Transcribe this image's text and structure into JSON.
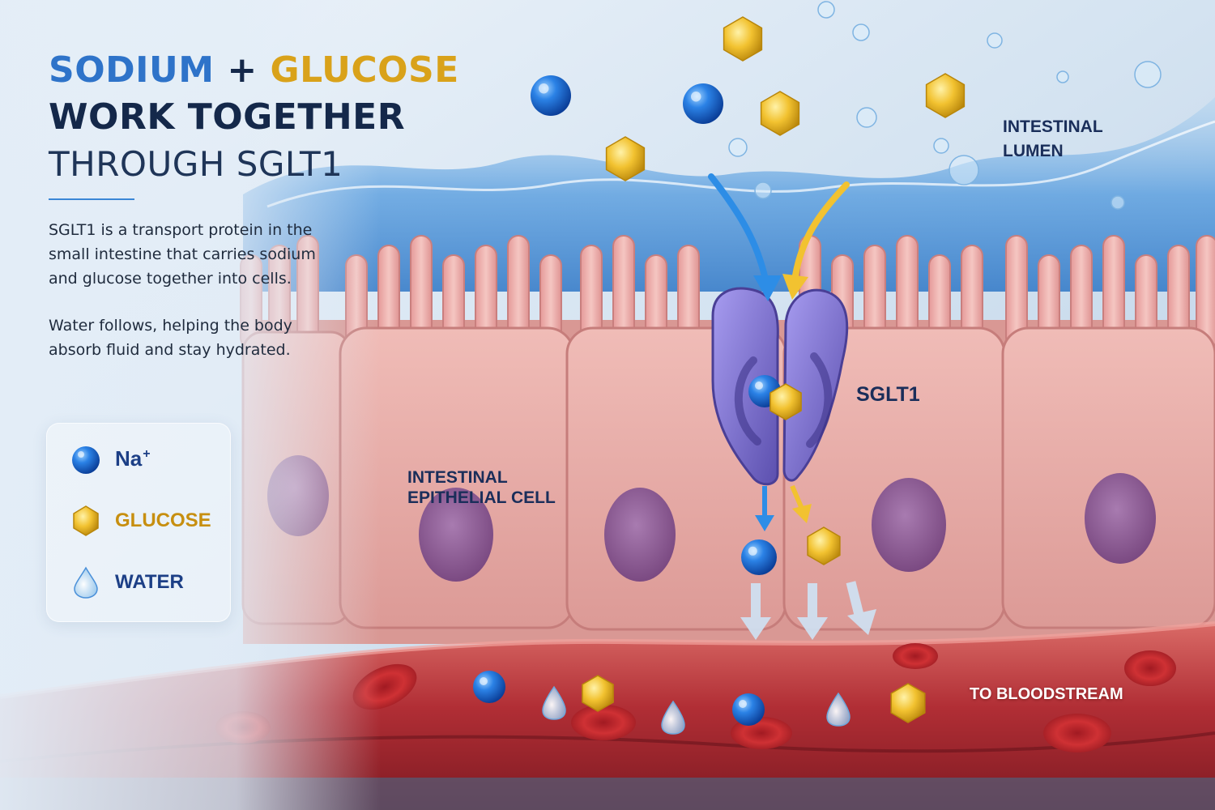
{
  "title": {
    "sodium": "SODIUM",
    "plus": "+",
    "glucose": "GLUCOSE",
    "line2": "WORK TOGETHER",
    "line3": "THROUGH SGLT1"
  },
  "description": {
    "paragraph1": "SGLT1 is a transport protein in the small intestine that carries sodium and glucose together into cells.",
    "paragraph2": "Water follows, helping the body absorb fluid and stay hydrated."
  },
  "legend": {
    "items": [
      {
        "label": "Na",
        "superscript": "+",
        "icon": "sodium-ion-icon",
        "color": "#1e6fd9"
      },
      {
        "label": "GLUCOSE",
        "icon": "glucose-molecule-icon",
        "color": "#f2c230"
      },
      {
        "label": "WATER",
        "icon": "water-drop-icon",
        "color": "#6db3ec"
      }
    ]
  },
  "labels": {
    "lumen": "INTESTINAL\nLUMEN",
    "transporter": "SGLT1",
    "cell": "INTESTINAL\nEPITHELIAL CELL",
    "bloodstream": "TO BLOODSTREAM"
  },
  "colors": {
    "sodium": "#1e6fd9",
    "glucose": "#f2c230",
    "water": "#9fd0f2",
    "cell": "#e7a9a5",
    "nucleus": "#8e5c92",
    "transporter": "#7a6fc8",
    "blood_vessel": "#b8343a",
    "red_blood_cell": "#c42a2e"
  }
}
